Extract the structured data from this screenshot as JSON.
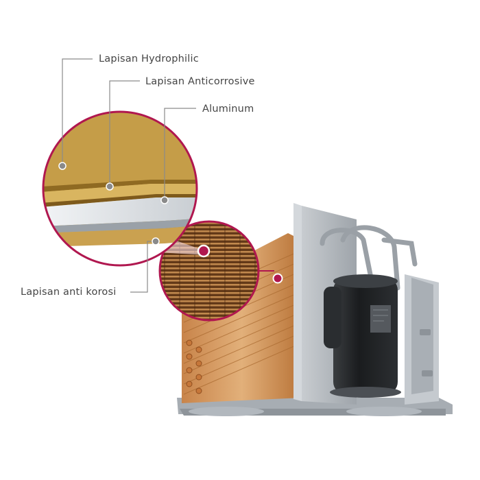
{
  "labels": {
    "hydrophilic": "Lapisan Hydrophilic",
    "anticorrosive": "Lapisan Anticorrosive",
    "aluminum": "Aluminum",
    "anti_korosi": "Lapisan anti korosi"
  },
  "colors": {
    "accent_ring": "#b0174f",
    "leader_line": "#8a8a8a",
    "copper_fin": "#d79a5a",
    "gold_layer": "#c9a24a",
    "aluminum_layer": "#d8dde2",
    "chassis": "#b7bdc3",
    "compressor": "#222426"
  }
}
